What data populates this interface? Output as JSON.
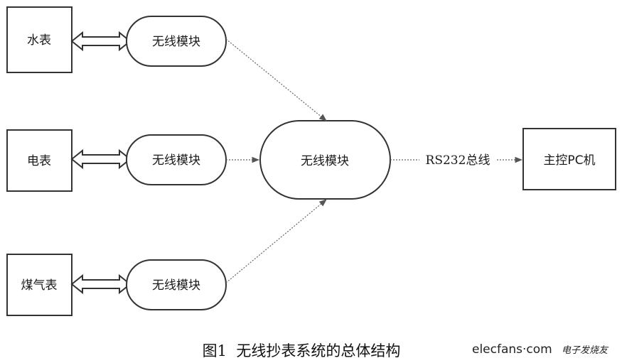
{
  "diagram": {
    "meters": {
      "water": "水表",
      "electric": "电表",
      "gas": "煤气表"
    },
    "modules": {
      "water": "无线模块",
      "electric": "无线模块",
      "gas": "无线模块",
      "central": "无线模块"
    },
    "bus_label": "RS232总线",
    "host": "主控PC机"
  },
  "caption": "图1  无线抄表系统的总体结构",
  "watermark": {
    "site": "elecfans·com",
    "cn": "电子发烧友"
  }
}
